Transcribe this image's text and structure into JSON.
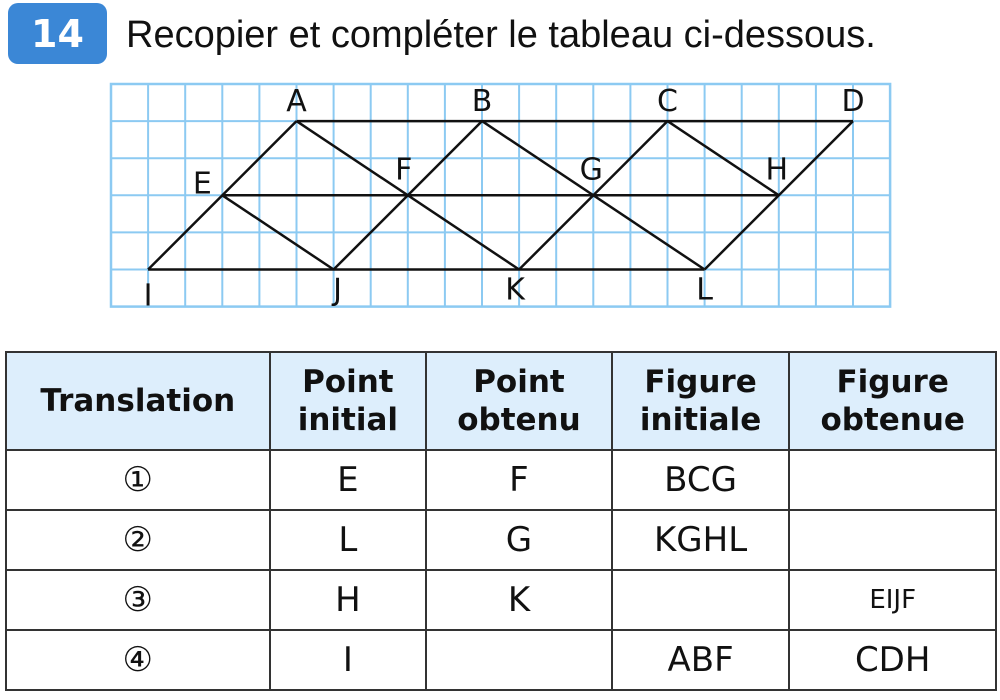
{
  "exercise": {
    "number": "14",
    "instruction": "Recopier et compléter le tableau ci-dessous."
  },
  "figure": {
    "grid_color": "#8ccaf2",
    "points": [
      "A",
      "B",
      "C",
      "D",
      "E",
      "F",
      "G",
      "H",
      "I",
      "J",
      "K",
      "L"
    ]
  },
  "table": {
    "header_bg": "#ddeefc",
    "headers": [
      {
        "l1": "Translation",
        "l2": ""
      },
      {
        "l1": "Point",
        "l2": "initial"
      },
      {
        "l1": "Point",
        "l2": "obtenu"
      },
      {
        "l1": "Figure",
        "l2": "initiale"
      },
      {
        "l1": "Figure",
        "l2": "obtenue"
      }
    ],
    "rows": [
      [
        "①",
        "E",
        "F",
        "BCG",
        ""
      ],
      [
        "②",
        "L",
        "G",
        "KGHL",
        ""
      ],
      [
        "③",
        "H",
        "K",
        "",
        "EIJF"
      ],
      [
        "④",
        "I",
        "",
        "ABF",
        "CDH"
      ]
    ]
  },
  "colors": {
    "badge": "#3b87d6"
  }
}
